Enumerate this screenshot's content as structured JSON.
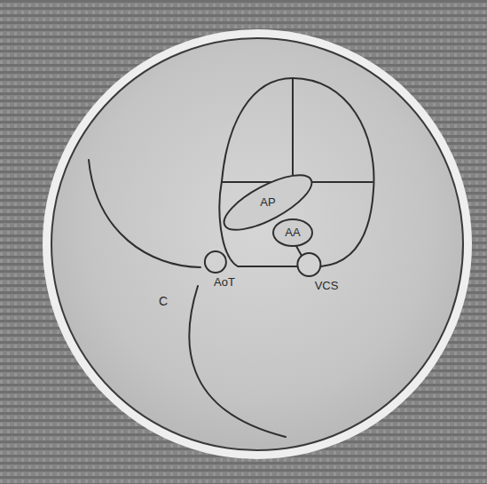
{
  "diagram": {
    "nodes": [
      {
        "text": [
          "AP"
        ]
      },
      {
        "text": [
          "AA"
        ]
      },
      {
        "text": [
          "AoT"
        ]
      },
      {
        "text": [
          "VCS"
        ]
      }
    ],
    "labels": [
      "C"
    ]
  }
}
